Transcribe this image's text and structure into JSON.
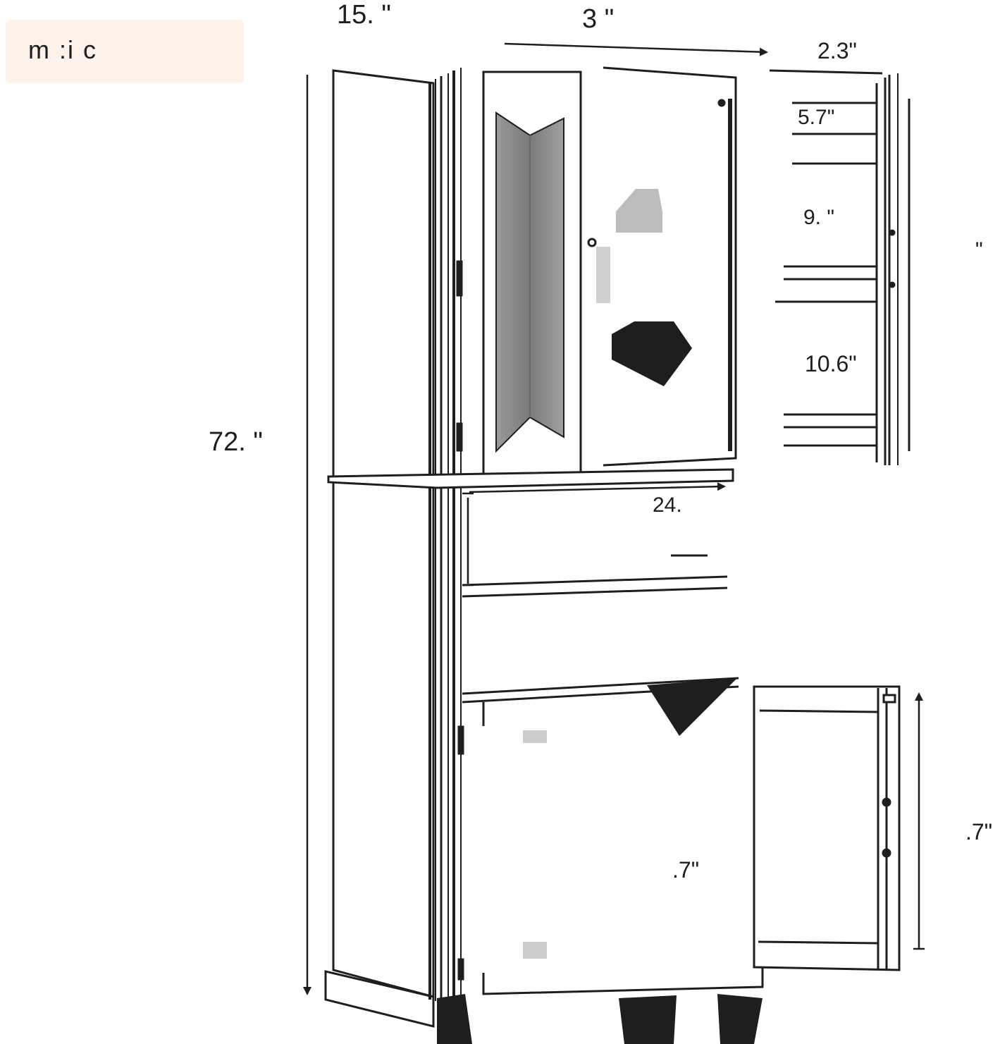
{
  "header": {
    "text": "m    :i  c"
  },
  "dimensions": {
    "depth_top": "15. \"",
    "width_top": "3  \"",
    "door_depth": "2.3\"",
    "shelf_gap_1": "5.7\"",
    "shelf_gap_2": "9. \"",
    "shelf_gap_3": "10.6\"",
    "right_partial": "\"",
    "total_height": "72. \"",
    "counter_width": "24.",
    "lower_height": ".7\"",
    "lower_door_height": ".7\""
  },
  "colors": {
    "line": "#1e1e1e",
    "glass": "#8a8a8a",
    "banner": "#fdf3ea"
  }
}
